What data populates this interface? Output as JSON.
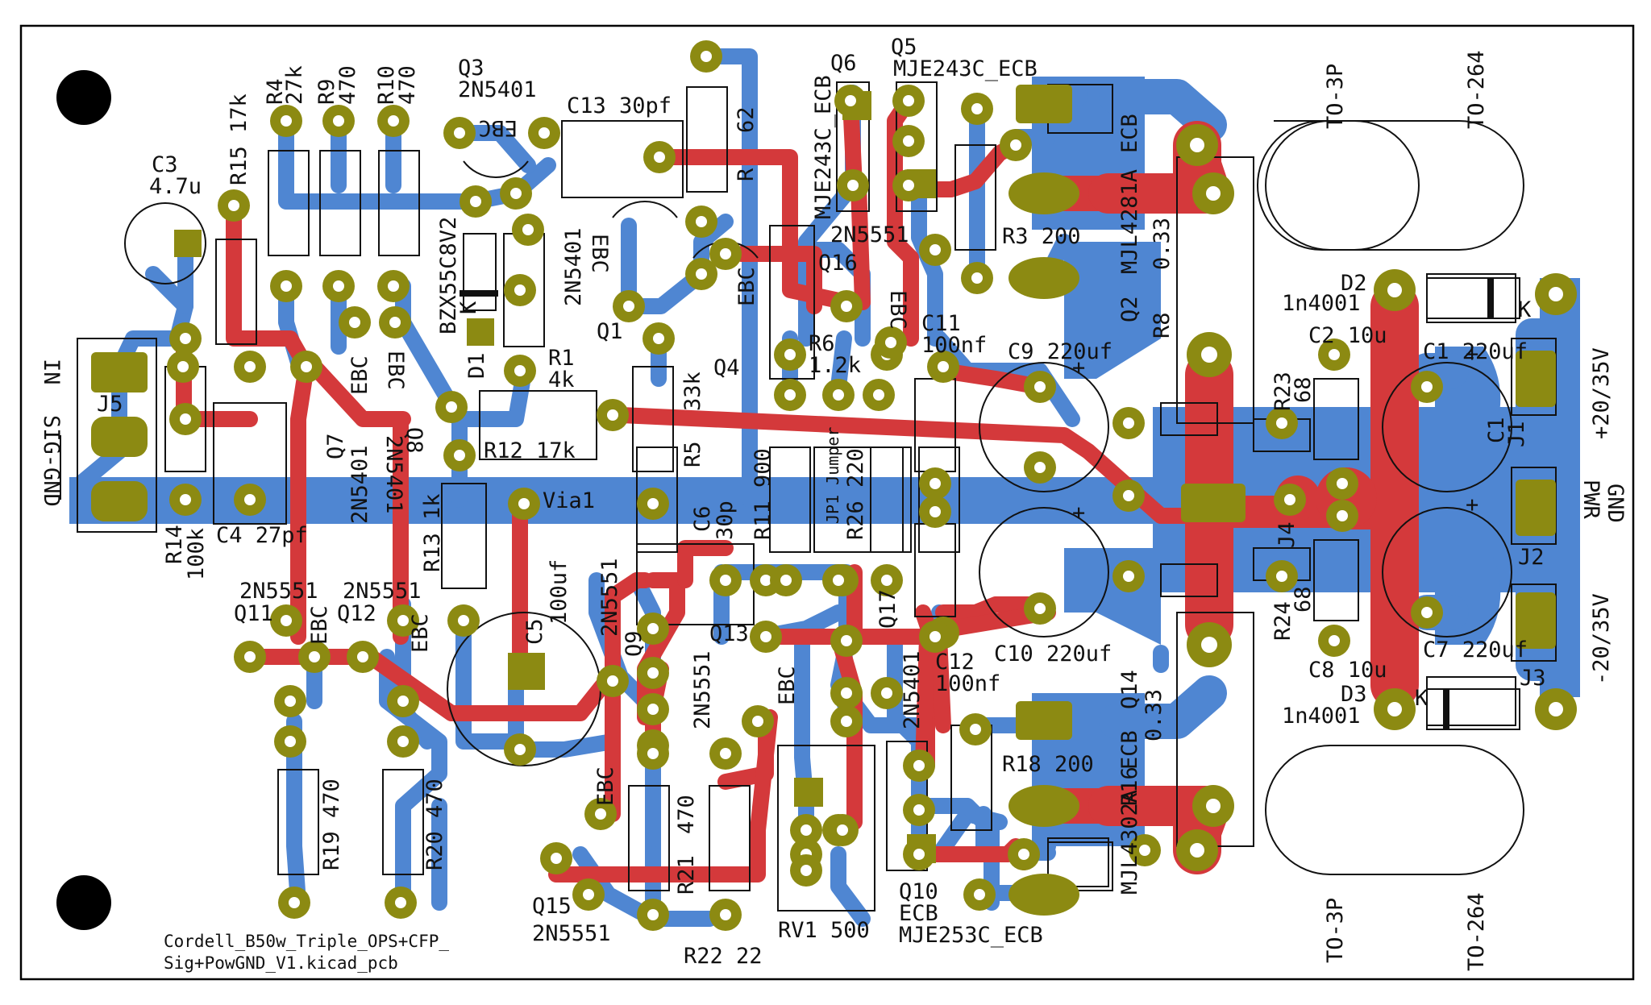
{
  "colors": {
    "back_copper": "#4f86d2",
    "front_copper": "#d4393b",
    "pad": "#8c8a12",
    "silkscreen": "#111111",
    "board": "#ffffff"
  },
  "footer": {
    "line1": "Cordell_B50w_Triple_OPS+CFP_",
    "line2": "Sig+PowGND_V1.kicad_pcb"
  },
  "labels": {
    "r4": "R4",
    "r4_val": "27k",
    "r9": "R9",
    "r9_val": "470",
    "r10": "R10",
    "r10_val": "470",
    "r15": "R15 17k",
    "c3": "C3",
    "c3_val": "4.7u",
    "q3": "Q3",
    "q3_val": "2N5401",
    "q3_pins": "EBC",
    "c13": "C13 30pf",
    "r62": "R",
    "r62_val": "62",
    "q6": "Q6",
    "q6_part": "MJE243C_ECB",
    "q5": "Q5",
    "q5_part": "MJE243C_ECB",
    "to3p_top": "TO-3P",
    "to264_top": "TO-264",
    "bzx": "BZX55C8V2",
    "q1_part": "2N5401",
    "q1_pins": "EBC",
    "q1": "Q1",
    "q4_pins": "EBC",
    "q4": "Q4",
    "q16_part": "2N5551",
    "q16": "Q16",
    "q16_pins": "EBC",
    "r3": "R3 200",
    "mjl_top": "MJL4281A",
    "q2": "Q2",
    "r8": "R8",
    "r8_val": "0.33",
    "d2": "D2",
    "d2_part": "1n4001",
    "d2_k": "K",
    "c2": "C2 10u",
    "c11": "C11",
    "c11_val": "100nf",
    "c9": "C9 220uf",
    "r6": "R6",
    "r6_val": "1.2k",
    "r23": "R23",
    "r23_val": "68",
    "c1": "C1 220uf",
    "c1_short": "C1",
    "j1": "J1",
    "plus": "+",
    "d1": "D1",
    "d1_k": "K",
    "r1": "R1",
    "r1_val": "4k",
    "r5": "R5",
    "r5_val": "33k",
    "r12": "R12 17k",
    "in": "IN",
    "sig_gnd": "SIG-GND",
    "j5": "J5",
    "q7": "Q7",
    "q7_part": "2N5401",
    "q7_pins": "EBC",
    "q8": "Q8",
    "q8_part": "2N5401",
    "q8_pins": "EBC",
    "via1": "Via1",
    "r11": "R11 900",
    "jp1": "JP1 Jumper",
    "r26": "R26 220",
    "c6": "C6",
    "c6_val": "30p",
    "r14": "R14",
    "r14_val": "100k",
    "c4": "C4 27pf",
    "r13": "R13 1k",
    "c5": "C5",
    "c5_val": "100uf",
    "j4": "J4",
    "pwr_gnd_1": "PWR",
    "pwr_gnd_2": "GND",
    "j2": "J2",
    "plus20": "+20/35V",
    "minus20": "-20/35V",
    "q11": "Q11",
    "q11_part": "2N5551",
    "q11_pins": "EBC",
    "q12": "Q12",
    "q12_part": "2N5551",
    "q12_pins": "EBC",
    "q9_part": "2N5551",
    "q9": "Q9",
    "q13": "Q13",
    "q13_part": "2N5551",
    "q13_pins": "EBC",
    "q17": "Q17",
    "q17_part": "2N5401",
    "c12": "C12",
    "c12_val": "100nf",
    "c10": "C10 220uf",
    "r24": "R24",
    "r24_val": "68",
    "c8": "C8 10u",
    "c7": "C7 220uf",
    "j3": "J3",
    "q14": "Q14",
    "r18": "R18 200",
    "mjl_bot": "MJL4302A",
    "r16": "R16",
    "r16_val": "0.33",
    "d3": "D3",
    "d3_part": "1n4001",
    "d3_k": "K",
    "r19": "R19 470",
    "r20": "R20 470",
    "r21": "R21",
    "r21_val": "470",
    "q15": "Q15",
    "q15_part": "2N5551",
    "q15_pins": "EBC",
    "r22": "R22 22",
    "rv1": "RV1 500",
    "q10": "Q10",
    "q10_pins": "ECB",
    "q10_part": "MJE253C_ECB",
    "to3p_bot": "TO-3P",
    "to264_bot": "TO-264",
    "ecb": "ECB"
  }
}
